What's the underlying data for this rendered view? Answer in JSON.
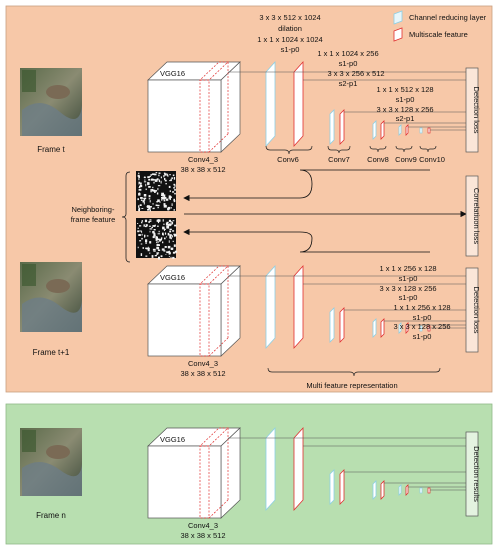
{
  "legend": {
    "channel_reducing": "Channel reducing layer",
    "multiscale": "Multiscale feature"
  },
  "colors": {
    "top_panel": "#f7c8a8",
    "bottom_panel": "#b8dfb0",
    "multiscale_red": "#e03030",
    "channel_blue": "#8cd0e6"
  },
  "frames": {
    "t": "Frame t",
    "t1": "Frame t+1",
    "n": "Frame n"
  },
  "vgg": {
    "name": "VGG16",
    "conv": "Conv4_3",
    "dims": "38 x 38 x 512"
  },
  "conv_labels": [
    "Conv6",
    "Conv7",
    "Conv8",
    "Conv9",
    "Conv10"
  ],
  "top_specs": {
    "s1": "3 x 3 x 512 x 1024",
    "s2": "dilation",
    "s3": "1 x 1 x 1024 x 1024",
    "s4": "s1-p0",
    "s5": "1 x 1 x 1024 x 256",
    "s6": "s1-p0",
    "s7": "3 x 3 x 256 x 512",
    "s8": "s2-p1",
    "s9": "1 x 1 x 512 x 128",
    "s10": "s1-p0",
    "s11": "3 x 3 x 128 x 256",
    "s12": "s2-p1"
  },
  "mid_specs": {
    "s1": "1 x 1 x 256 x 128",
    "s2": "s1-p0",
    "s3": "3 x 3 x 128 x 256",
    "s4": "s1-p0",
    "s5": "1 x 1 x 256 x 128",
    "s6": "s1-p0",
    "s7": "3 x 3 x 128 x 256",
    "s8": "s1-p0"
  },
  "losses": {
    "detection": "Detection loss",
    "correlation": "Correlatiuon loss",
    "results": "Detection results"
  },
  "neighboring": {
    "line1": "Neighboring-",
    "line2": "frame feature"
  },
  "multi_feature": "Multi feature representation"
}
